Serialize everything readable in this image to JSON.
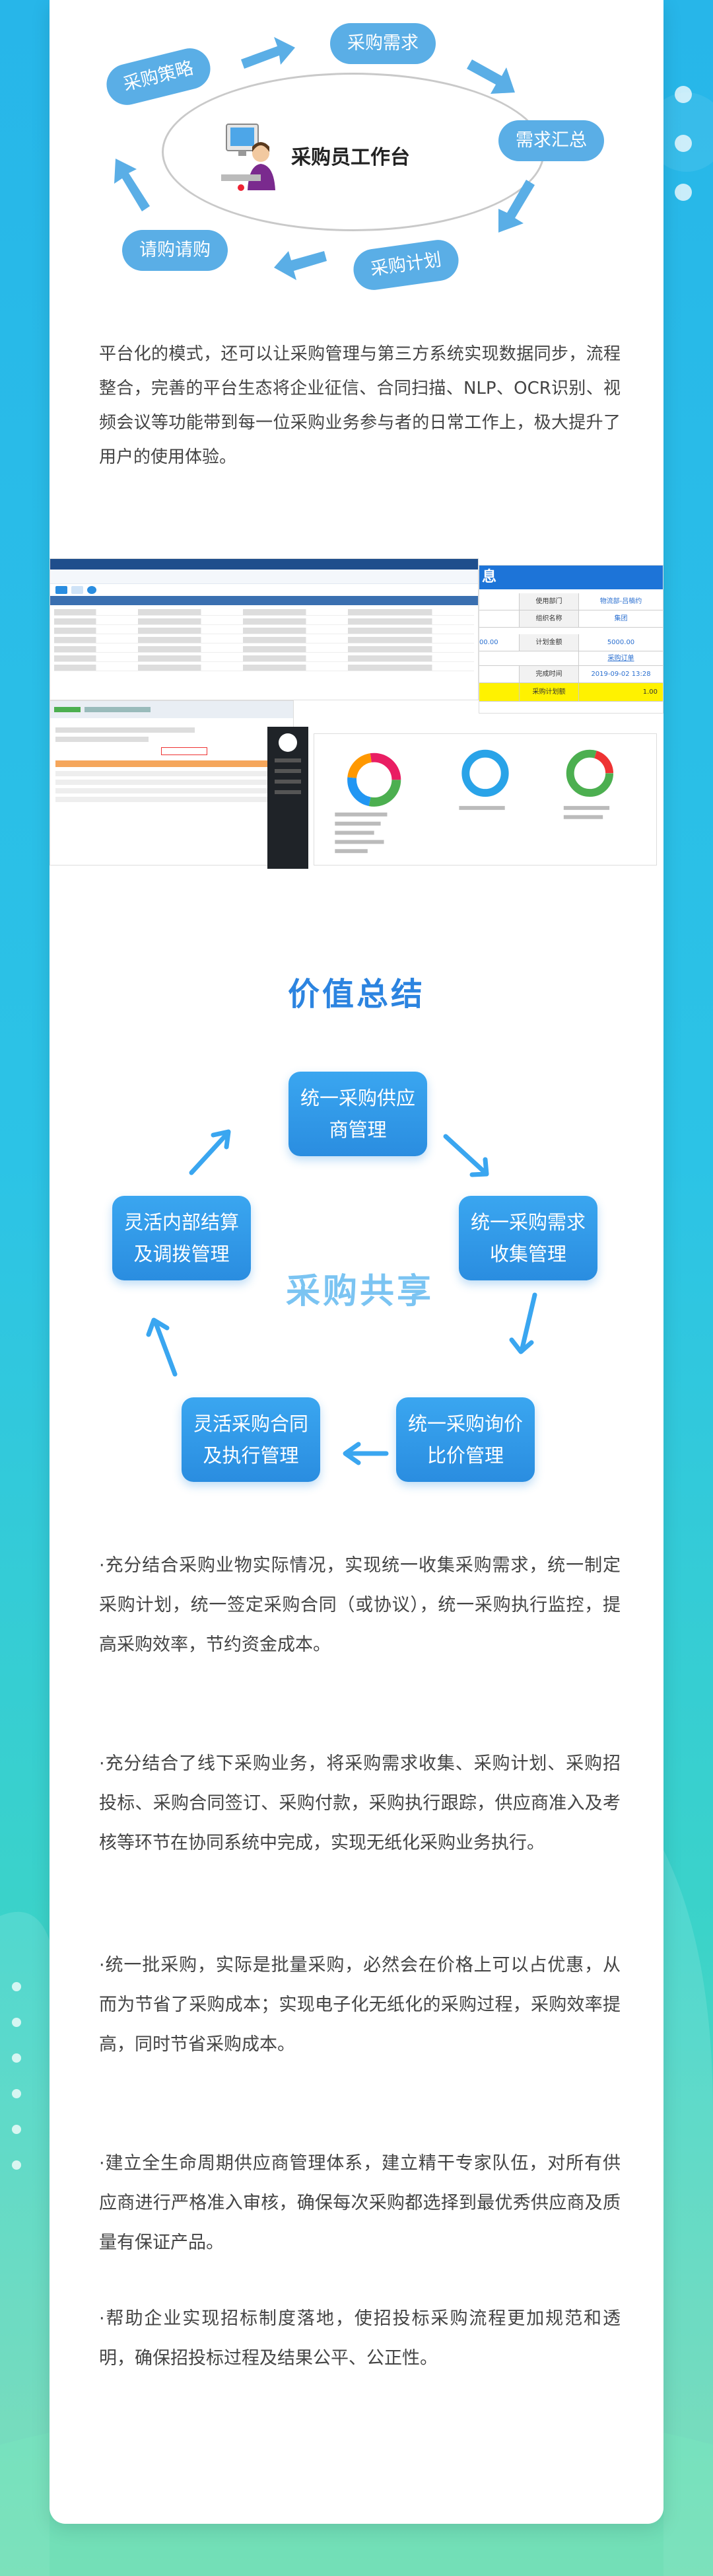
{
  "workflow": {
    "center_title": "采购员工作台",
    "nodes": [
      "采购策略",
      "采购需求",
      "需求汇总",
      "采购计划",
      "请购请购"
    ]
  },
  "intro_paragraph": "平台化的模式，还可以让采购管理与第三方系统实现数据同步，流程整合，完善的平台生态将企业征信、合同扫描、NLP、OCR识别、视频会议等功能带到每一位采购业务参与者的日常工作上，极大提升了用户的使用体验。",
  "screenshots": {
    "detail_header": "息",
    "detail_rows": [
      {
        "label": "使用部门",
        "value": "物流部-吕楠约"
      },
      {
        "label": "组织名称",
        "value": "集团"
      },
      {
        "label": "计划金额",
        "value": "5000.00"
      },
      {
        "label": "完成时间",
        "value": "2019-09-02 13:28"
      },
      {
        "label": "采购计划额",
        "value": "1.00"
      }
    ],
    "left_amount": "00.00",
    "link_text": "采购订单"
  },
  "value_section": {
    "title": "价值总结",
    "center_label": "采购共享",
    "boxes": [
      {
        "line1": "统一采购供应",
        "line2": "商管理"
      },
      {
        "line1": "统一采购需求",
        "line2": "收集管理"
      },
      {
        "line1": "统一采购询价",
        "line2": "比价管理"
      },
      {
        "line1": "灵活采购合同",
        "line2": "及执行管理"
      },
      {
        "line1": "灵活内部结算",
        "line2": "及调拨管理"
      }
    ]
  },
  "bullets": [
    "·充分结合采购业物实际情况，实现统一收集采购需求，统一制定采购计划，统一签定采购合同（或协议），统一采购执行监控，提高采购效率，节约资金成本。",
    "·充分结合了线下采购业务，将采购需求收集、采购计划、采购招投标、采购合同签订、采购付款，采购执行跟踪，供应商准入及考核等环节在协同系统中完成，实现无纸化采购业务执行。",
    "·统一批采购，实际是批量采购，必然会在价格上可以占优惠，从而为节省了采购成本；实现电子化无纸化的采购过程，采购效率提高，同时节省采购成本。",
    "·建立全生命周期供应商管理体系，建立精干专家队伍，对所有供应商进行严格准入审核，确保每次采购都选择到最优秀供应商及质量有保证产品。",
    "·帮助企业实现招标制度落地，使招投标采购流程更加规范和透明，确保招投标过程及结果公平、公正性。"
  ],
  "colors": {
    "accent": "#2c84e0",
    "node": "#5aaee6",
    "arrow": "#5aaee6",
    "text": "#444444"
  }
}
